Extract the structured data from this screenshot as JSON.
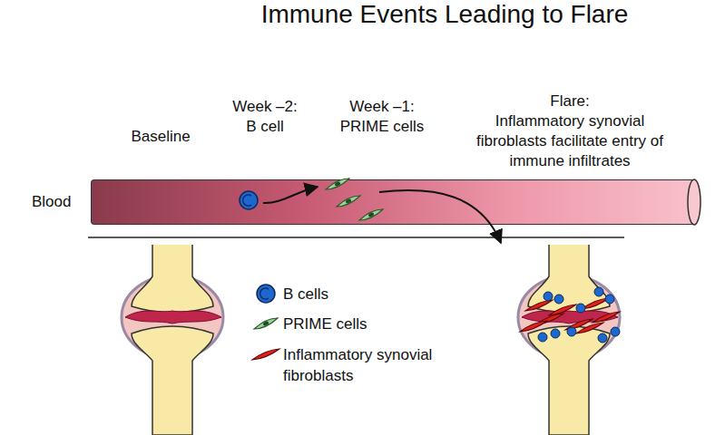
{
  "diagram": {
    "title": "Immune Events Leading to Flare",
    "nodes": [
      {
        "text": [
          "Blood"
        ]
      }
    ],
    "labels": [
      "Baseline",
      "Week –2: B cell",
      "Week –1: PRIME cells",
      "Flare:",
      "Inflammatory synovial fibroblasts facilitate entry of immune infiltrates"
    ],
    "legend": [
      {
        "text": "B cells"
      },
      {
        "text": "PRIME cells"
      },
      {
        "text": "Inflammatory synovial fibroblasts"
      }
    ]
  }
}
